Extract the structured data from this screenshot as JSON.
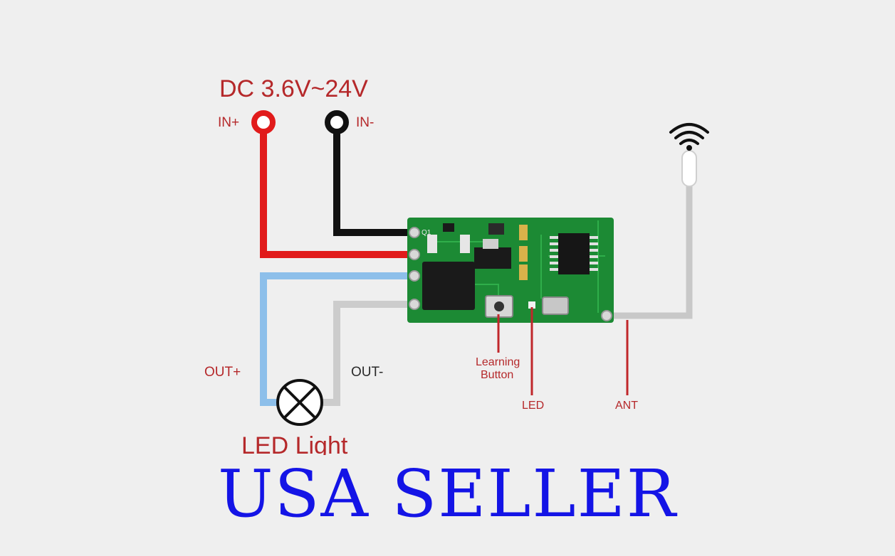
{
  "diagram": {
    "supply_label": "DC 3.6V~24V",
    "in_plus": "IN+",
    "in_minus": "IN-",
    "out_plus": "OUT+",
    "out_minus": "OUT-",
    "learning_button_line1": "Learning",
    "learning_button_line2": "Button",
    "led": "LED",
    "ant": "ANT",
    "led_light": "LED Light",
    "pcb_mark": "Q1"
  },
  "banner": {
    "text": "USA SELLER"
  },
  "colors": {
    "wire_in_plus": "#e11b1b",
    "wire_in_minus": "#111111",
    "wire_out_plus": "#8dbfea",
    "wire_out_minus": "#cccccc",
    "antenna": "#c8c8c8",
    "pcb": "#1c8a34",
    "labels": "#b5282a",
    "banner": "#1414e6"
  }
}
